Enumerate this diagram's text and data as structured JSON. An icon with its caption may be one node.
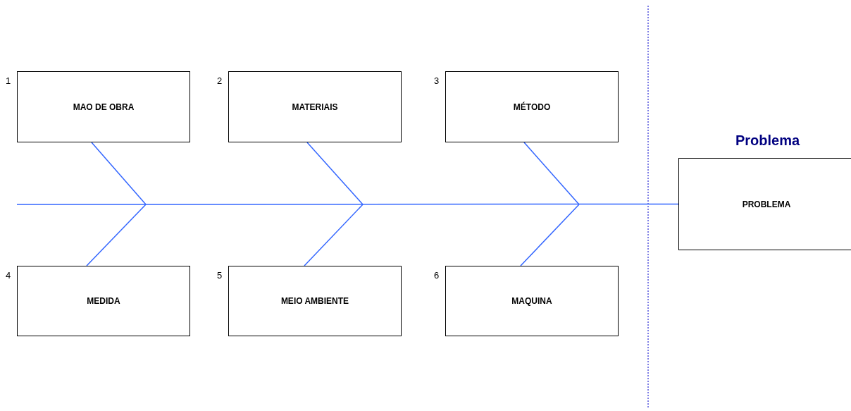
{
  "diagram": {
    "nodes": [
      {
        "text": [
          "MAO DE OBRA"
        ],
        "beside": [
          "1"
        ]
      },
      {
        "text": [
          "MATERIAIS"
        ],
        "beside": [
          "2"
        ]
      },
      {
        "text": [
          "MÉTODO"
        ],
        "beside": [
          "3"
        ]
      },
      {
        "text": [
          "MEDIDA"
        ],
        "beside": [
          "4"
        ]
      },
      {
        "text": [
          "MEIO AMBIENTE"
        ],
        "beside": [
          "5"
        ]
      },
      {
        "text": [
          "MAQUINA"
        ],
        "beside": [
          "6"
        ]
      },
      {
        "text": [
          "Problema",
          "PROBLEMA"
        ]
      }
    ],
    "edges": [
      {
        "from": null,
        "to": 6,
        "arrow": "none"
      },
      {
        "from": 0,
        "to": null,
        "arrow": "none"
      },
      {
        "from": 3,
        "to": null,
        "arrow": "none"
      },
      {
        "from": 1,
        "to": null,
        "arrow": "none"
      },
      {
        "from": 4,
        "to": null,
        "arrow": "none"
      },
      {
        "from": 2,
        "to": null,
        "arrow": "none"
      },
      {
        "from": 5,
        "to": null,
        "arrow": "none"
      }
    ]
  }
}
